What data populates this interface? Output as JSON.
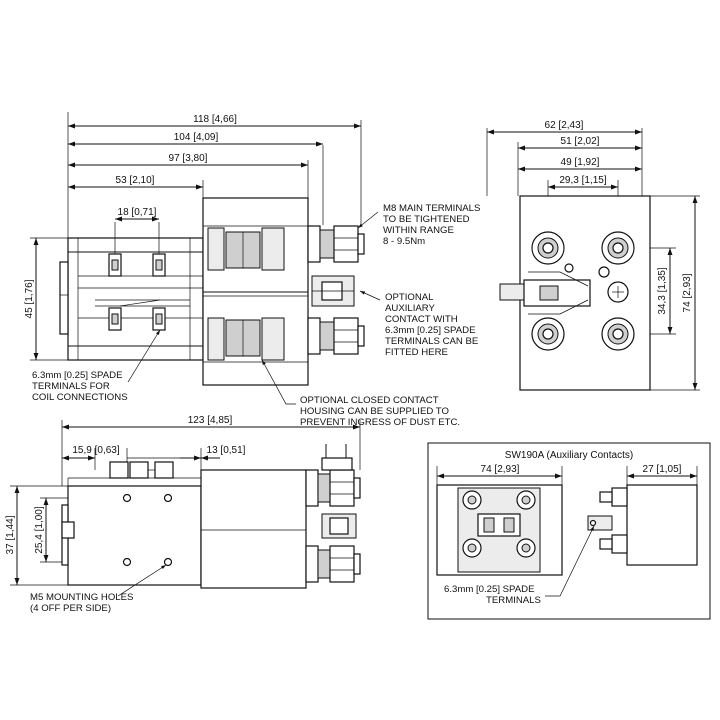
{
  "dims": {
    "d118": "118 [4,66]",
    "d104": "104 [4,09]",
    "d97": "97 [3,80]",
    "d53": "53 [2,10]",
    "d18": "18 [0,71]",
    "d45": "45 [1,76]",
    "d62": "62 [2,43]",
    "d51": "51 [2,02]",
    "d49": "49 [1,92]",
    "d293": "29,3 [1,15]",
    "d343": "34,3 [1,35]",
    "d74v": "74 [2,93]",
    "d123": "123 [4,85]",
    "d159": "15,9 [0,63]",
    "d13": "13 [0,51]",
    "d37": "37 [1,44]",
    "d254": "25,4 [1,00]",
    "d74h": "74 [2,93]",
    "d27": "27 [1,05]"
  },
  "notes": {
    "m8": [
      "M8 MAIN TERMINALS",
      "TO BE TIGHTENED",
      "WITHIN RANGE",
      "8 - 9.5Nm"
    ],
    "aux": [
      "OPTIONAL",
      "AUXILIARY",
      "CONTACT WITH",
      "6.3mm [0.25] SPADE",
      "TERMINALS CAN BE",
      "FITTED HERE"
    ],
    "coil": [
      "6.3mm [0.25] SPADE",
      "TERMINALS FOR",
      "COIL CONNECTIONS"
    ],
    "housing": [
      "OPTIONAL CLOSED CONTACT",
      "HOUSING CAN BE SUPPLIED TO",
      "PREVENT INGRESS OF DUST ETC."
    ],
    "m5": [
      "M5 MOUNTING HOLES",
      "(4 OFF PER SIDE)"
    ],
    "spade": [
      "6.3mm [0.25] SPADE",
      "TERMINALS"
    ]
  },
  "inset": {
    "title": "SW190A (Auxiliary Contacts)"
  }
}
